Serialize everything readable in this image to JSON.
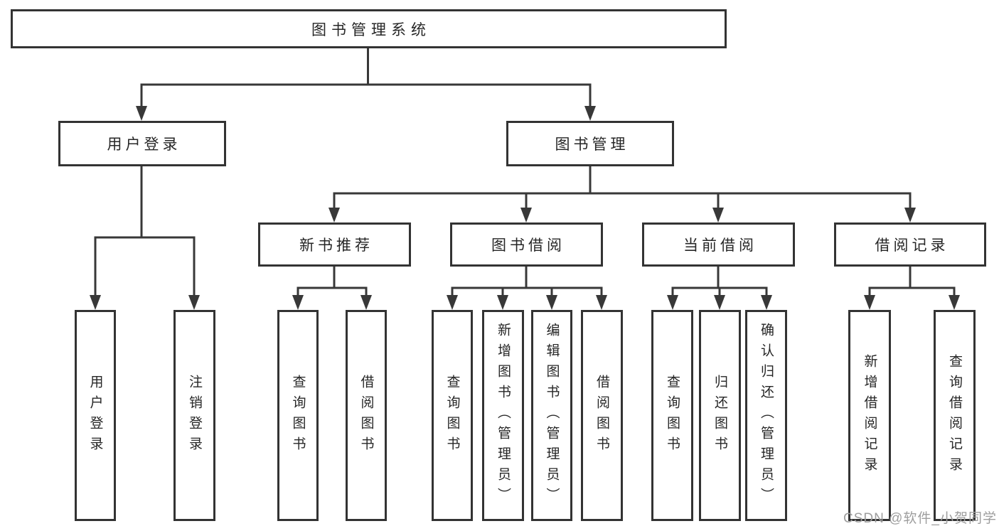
{
  "diagram": {
    "root": "图书管理系统",
    "level2": [
      {
        "label": "用户登录",
        "children": [
          "用户登录",
          "注销登录"
        ]
      },
      {
        "label": "图书管理",
        "children": []
      }
    ],
    "level3": [
      {
        "label": "新书推荐",
        "children": [
          "查询图书",
          "借阅图书"
        ]
      },
      {
        "label": "图书借阅",
        "children": [
          "查询图书",
          "新增图书（管理员）",
          "编辑图书（管理员）",
          "借阅图书"
        ]
      },
      {
        "label": "当前借阅",
        "children": [
          "查询图书",
          "归还图书",
          "确认归还（管理员）"
        ]
      },
      {
        "label": "借阅记录",
        "children": [
          "新增借阅记录",
          "查询借阅记录"
        ]
      }
    ]
  },
  "watermark": "CSDN @软件_小贺同学",
  "colors": {
    "line": "#383838",
    "border": "#333333",
    "text": "#262626",
    "watermark": "#9e9e9e",
    "background": "#ffffff"
  }
}
